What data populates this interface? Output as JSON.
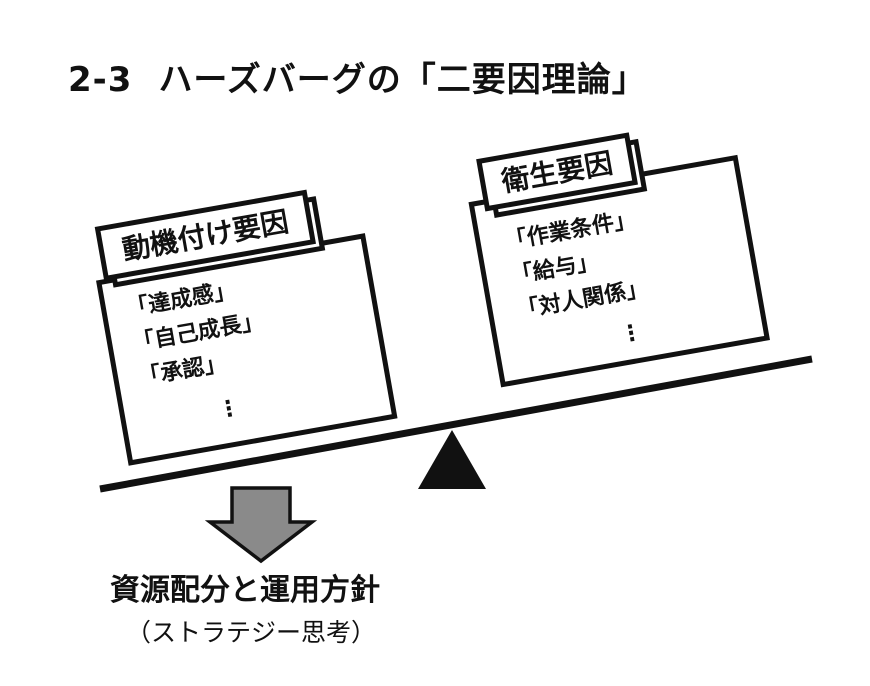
{
  "figure": {
    "number": "2-3",
    "title": "ハーズバーグの「二要因理論」"
  },
  "motivators": {
    "label": "動機付け要因",
    "items": [
      "「達成感」",
      "「自己成長」",
      "「承認」"
    ],
    "ellipsis": "⋮"
  },
  "hygiene": {
    "label": "衛生要因",
    "items": [
      "「作業条件」",
      "「給与」",
      "「対人関係」"
    ],
    "ellipsis": "⋮"
  },
  "result": {
    "main": "資源配分と運用方針",
    "sub": "（ストラテジー思考）"
  },
  "colors": {
    "line": "#111111",
    "arrow_fill": "#8a8a8a",
    "background": "#ffffff"
  }
}
